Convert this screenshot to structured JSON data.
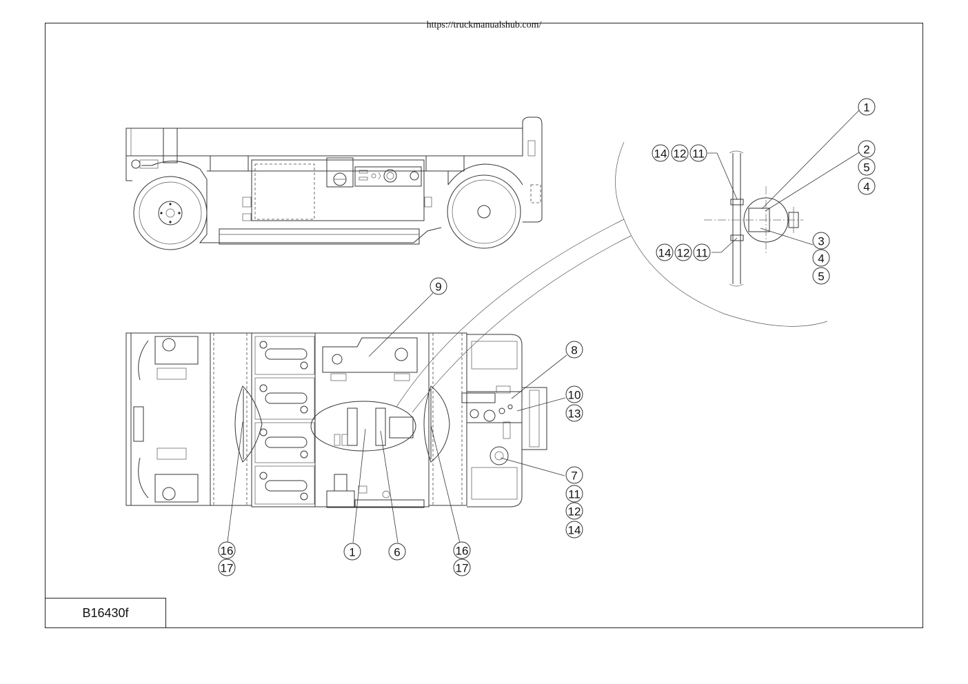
{
  "header": {
    "url": "https://truckmanualshub.com/"
  },
  "title_block": {
    "code": "B16430f"
  },
  "callouts": {
    "side_view": [],
    "top_view": [
      {
        "id": "tv-9",
        "label": "9"
      },
      {
        "id": "tv-8",
        "label": "8"
      },
      {
        "id": "tv-10",
        "label": "10"
      },
      {
        "id": "tv-13",
        "label": "13"
      },
      {
        "id": "tv-7",
        "label": "7"
      },
      {
        "id": "tv-11",
        "label": "11"
      },
      {
        "id": "tv-12",
        "label": "12"
      },
      {
        "id": "tv-14",
        "label": "14"
      },
      {
        "id": "tv-16a",
        "label": "16"
      },
      {
        "id": "tv-17a",
        "label": "17"
      },
      {
        "id": "tv-1",
        "label": "1"
      },
      {
        "id": "tv-6",
        "label": "6"
      },
      {
        "id": "tv-16b",
        "label": "16"
      },
      {
        "id": "tv-17b",
        "label": "17"
      }
    ],
    "detail_view": [
      {
        "id": "dv-1",
        "label": "1"
      },
      {
        "id": "dv-2",
        "label": "2"
      },
      {
        "id": "dv-5a",
        "label": "5"
      },
      {
        "id": "dv-4a",
        "label": "4"
      },
      {
        "id": "dv-14a",
        "label": "14"
      },
      {
        "id": "dv-12a",
        "label": "12"
      },
      {
        "id": "dv-11a",
        "label": "11"
      },
      {
        "id": "dv-3",
        "label": "3"
      },
      {
        "id": "dv-4b",
        "label": "4"
      },
      {
        "id": "dv-5b",
        "label": "5"
      },
      {
        "id": "dv-14b",
        "label": "14"
      },
      {
        "id": "dv-12b",
        "label": "12"
      },
      {
        "id": "dv-11b",
        "label": "11"
      }
    ]
  }
}
